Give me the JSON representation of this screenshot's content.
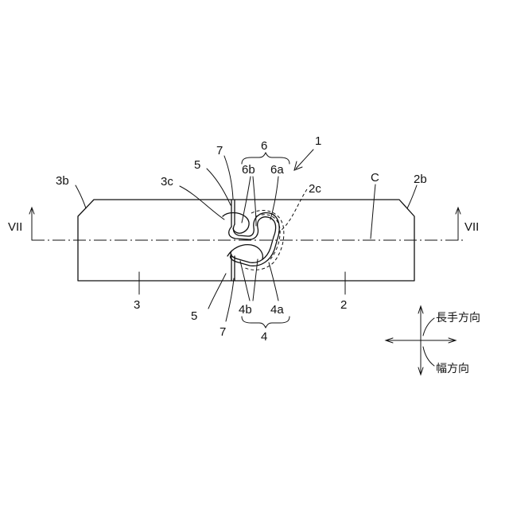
{
  "labels": {
    "assembly": "1",
    "member_right": "2",
    "member_right_end": "2b",
    "member_right_edge": "2c",
    "member_left": "3",
    "member_left_end": "3b",
    "member_left_edge": "3c",
    "joint": "4",
    "joint_a": "4a",
    "joint_b": "4b",
    "gap_top": "5",
    "gap_bottom": "5",
    "engage": "6",
    "engage_a": "6a",
    "engage_b": "6b",
    "slit_top": "7",
    "slit_bottom": "7",
    "centerline": "C",
    "section_left": "VII",
    "section_right": "VII"
  },
  "directions": {
    "longitudinal": "長手方向",
    "width": "幅方向"
  }
}
